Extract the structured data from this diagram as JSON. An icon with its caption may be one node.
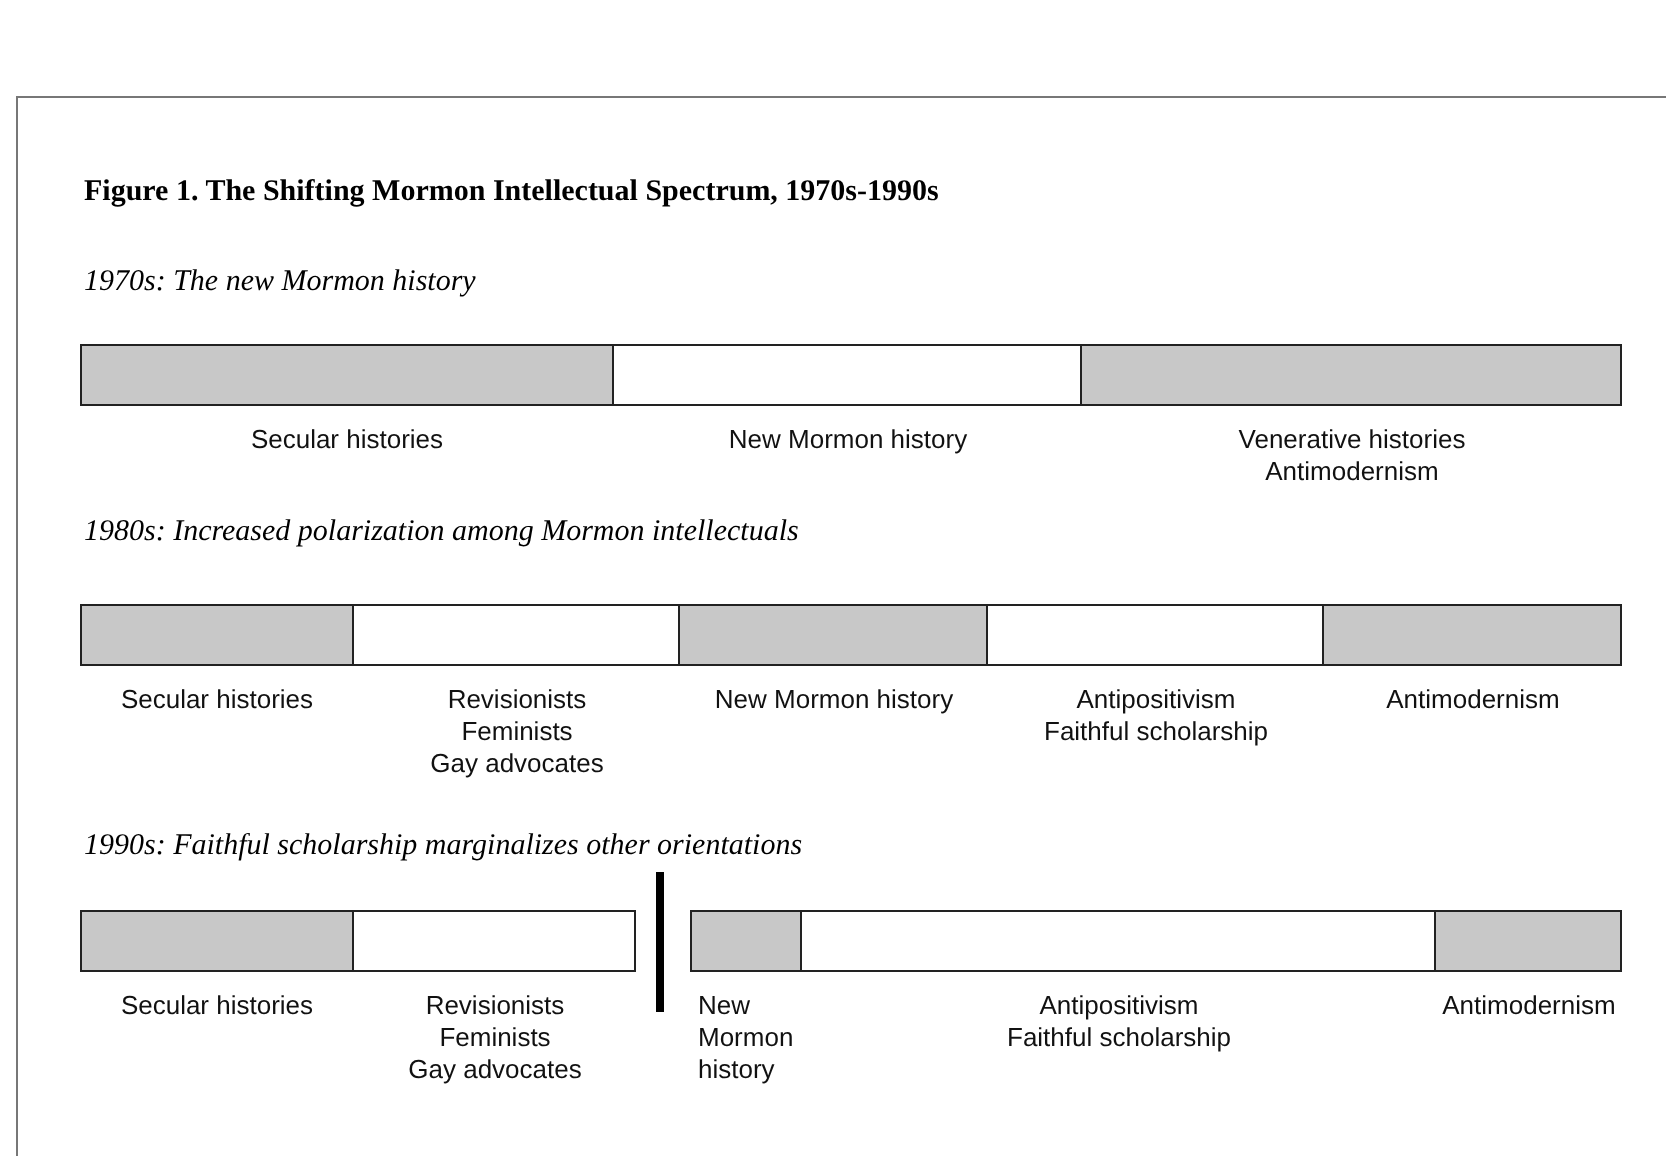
{
  "diagram": {
    "title": "Figure 1. The Shifting Mormon Intellectual Spectrum, 1970s-1990s",
    "nodes": [
      {
        "text": [
          "Secular histories"
        ]
      },
      {
        "text": [
          "New Mormon history"
        ]
      },
      {
        "text": [
          "Venerative histories",
          "Antimodernism"
        ]
      },
      {
        "text": [
          "Secular histories"
        ]
      },
      {
        "text": [
          "Revisionists",
          "Feminists",
          "Gay advocates"
        ]
      },
      {
        "text": [
          "New Mormon history"
        ]
      },
      {
        "text": [
          "Antipositivism",
          "Faithful scholarship"
        ]
      },
      {
        "text": [
          "Antimodernism"
        ]
      },
      {
        "text": [
          "Secular histories"
        ]
      },
      {
        "text": [
          "Revisionists",
          "Feminists",
          "Gay advocates"
        ]
      },
      {
        "text": [
          "New Mormon history"
        ]
      },
      {
        "text": [
          "Antipositivism",
          "Faithful scholarship"
        ]
      },
      {
        "text": [
          "Antimodernism"
        ]
      }
    ],
    "labels": [
      "1970s: The new Mormon history",
      "1980s: Increased polarization among Mormon intellectuals",
      "1990s: Faithful scholarship marginalizes other orientations"
    ]
  }
}
